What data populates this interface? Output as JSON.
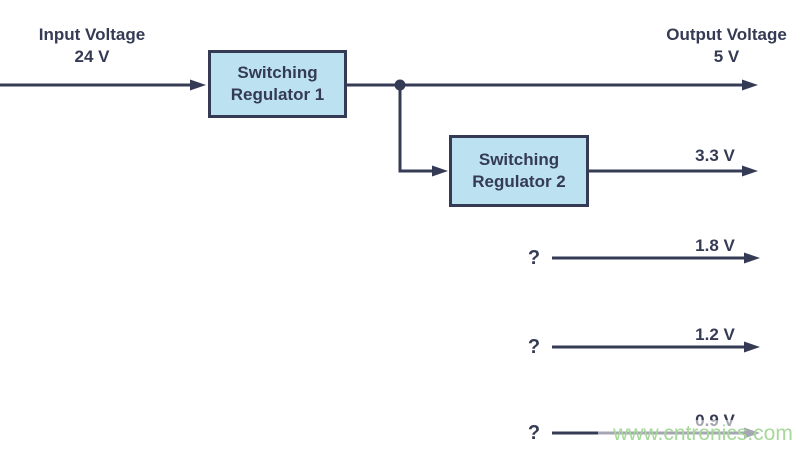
{
  "input": {
    "title": "Input Voltage",
    "value": "24 V"
  },
  "output": {
    "title": "Output Voltage",
    "value": "5 V"
  },
  "regulators": [
    {
      "label": "Switching\nRegulator 1"
    },
    {
      "label": "Switching\nRegulator 2"
    }
  ],
  "rails": [
    {
      "voltage": "3.3 V"
    },
    {
      "voltage": "1.8 V",
      "source": "?"
    },
    {
      "voltage": "1.2 V",
      "source": "?"
    },
    {
      "voltage": "0.9 V",
      "source": "?"
    }
  ],
  "watermark": "www.cntronics.com",
  "colors": {
    "ink": "#353b54",
    "boxfill": "#bce2f2",
    "wm": "#a6d999"
  }
}
